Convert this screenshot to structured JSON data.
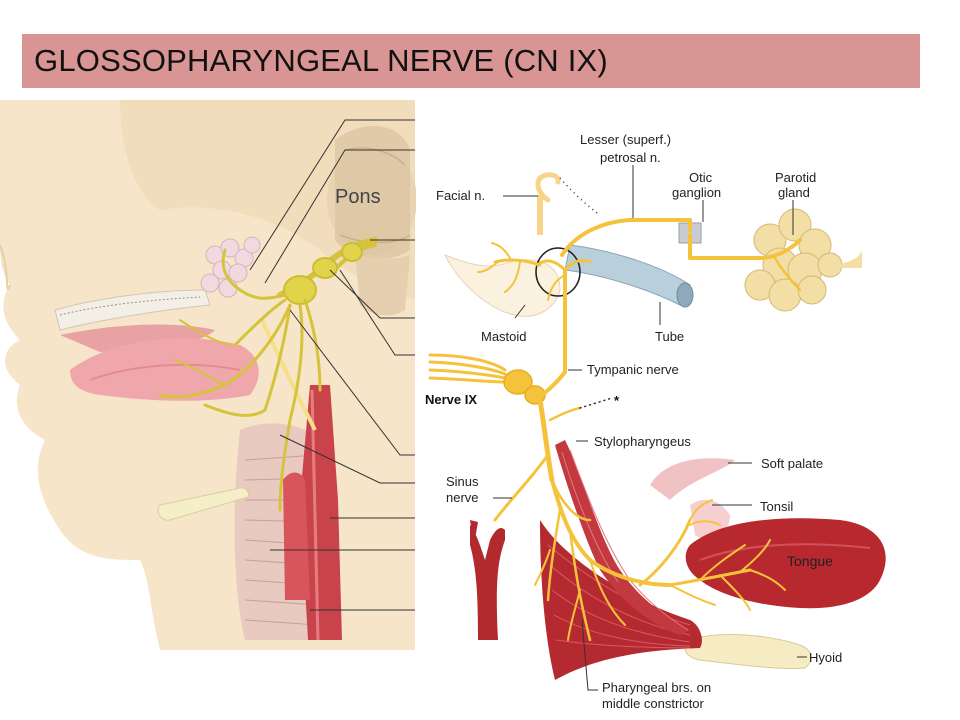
{
  "title": "GLOSSOPHARYNGEAL NERVE (CN IX)",
  "left_figure": {
    "pons_label": "Pons",
    "nerve_label": "Nerve IX"
  },
  "right_figure": {
    "labels": {
      "facial": "Facial n.",
      "lesser_1": "Lesser (superf.)",
      "lesser_2": "petrosal n.",
      "otic_1": "Otic",
      "otic_2": "ganglion",
      "parotid_1": "Parotid",
      "parotid_2": "gland",
      "mastoid": "Mastoid",
      "tube": "Tube",
      "tympanic": "Tympanic nerve",
      "star": "*",
      "stylo": "Stylopharyngeus",
      "soft_palate": "Soft palate",
      "sinus_1": "Sinus",
      "sinus_2": "nerve",
      "tonsil": "Tonsil",
      "tongue": "Tongue",
      "hyoid": "Hyoid",
      "pharyngeal_1": "Pharyngeal brs. on",
      "pharyngeal_2": "middle constrictor"
    }
  },
  "colors": {
    "title_bg": "#d99594",
    "nerve": "#f5c33b",
    "muscle": "#b4232a",
    "skin": "#f5e3c4"
  }
}
